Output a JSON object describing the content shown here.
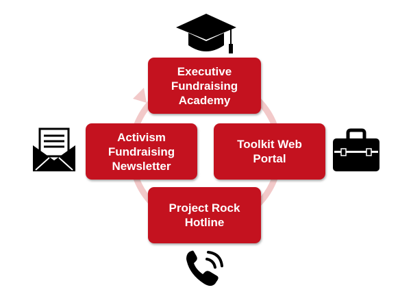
{
  "colors": {
    "box_fill": "#c4121f",
    "box_text": "#ffffff",
    "cycle_ring": "#f2c9c9",
    "icons": "#000000"
  },
  "nodes": {
    "top": {
      "label": "Executive\nFundraising\nAcademy",
      "icon": "graduation-cap-icon"
    },
    "left": {
      "label": "Activism\nFundraising\nNewsletter",
      "icon": "envelope-icon"
    },
    "right": {
      "label": "Toolkit Web\nPortal",
      "icon": "briefcase-icon"
    },
    "bottom": {
      "label": "Project Rock\nHotline",
      "icon": "phone-icon"
    }
  }
}
